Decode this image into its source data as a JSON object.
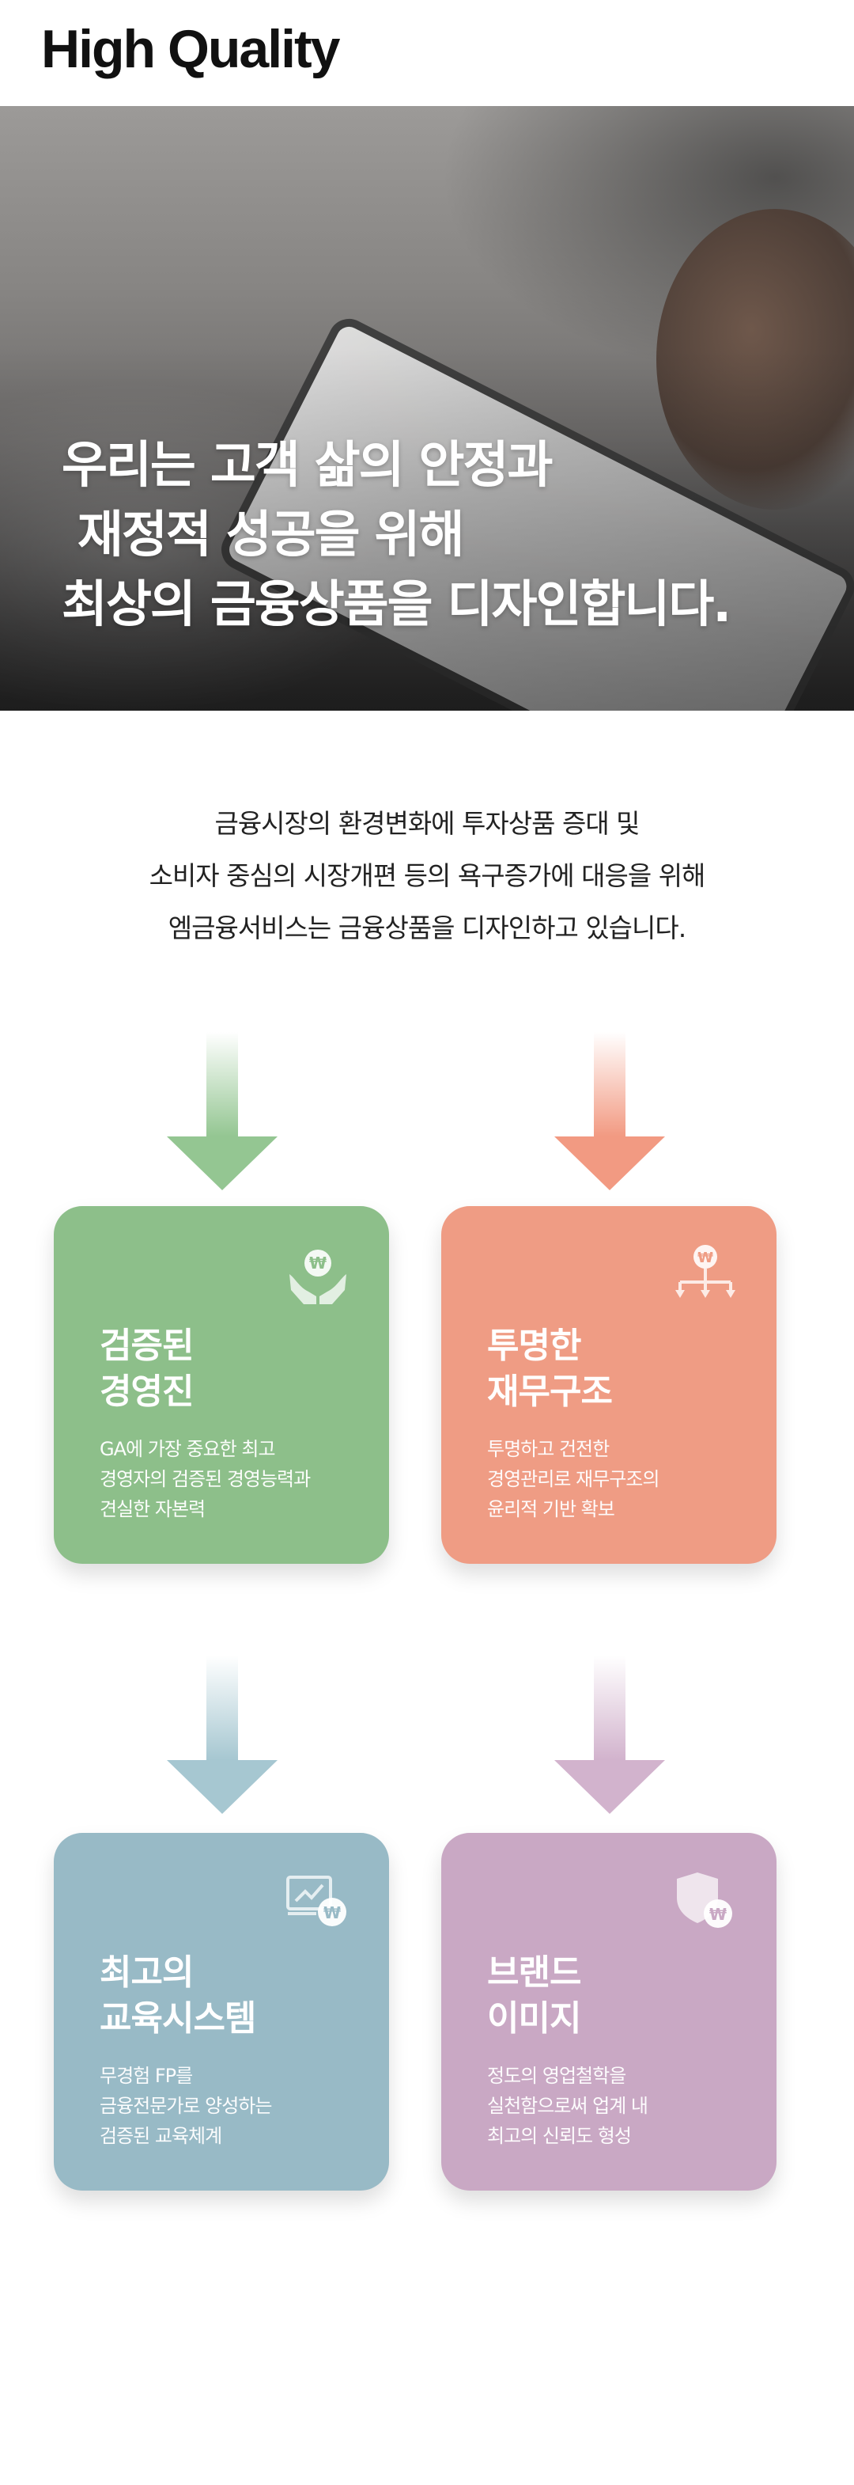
{
  "header": {
    "title": "High Quality"
  },
  "hero": {
    "lines": [
      "우리는 고객 삶의 안정과",
      " 재정적 성공을 위해",
      "최상의 금융상품을 디자인합니다."
    ]
  },
  "intro": {
    "lines": [
      "금융시장의 환경변화에 투자상품 증대 및",
      "소비자 중심의 시장개편 등의 욕구증가에 대응을 위해",
      "엠금융서비스는 금융상품을 디자인하고 있습니다."
    ]
  },
  "cards": [
    {
      "title": [
        "검증된",
        "경영진"
      ],
      "desc": [
        "GA에 가장 중요한 최고",
        "경영자의 검증된 경영능력과",
        "견실한 자본력"
      ],
      "color": "#8dbf8a",
      "arrow_color": "#94c692",
      "icon": "hands-won-icon"
    },
    {
      "title": [
        "투명한",
        "재무구조"
      ],
      "desc": [
        "투명하고 건전한",
        "경영관리로 재무구조의",
        "윤리적 기반 확보"
      ],
      "color": "#ef9c84",
      "arrow_color": "#f29a82",
      "icon": "structure-won-icon"
    },
    {
      "title": [
        "최고의",
        "교육시스템"
      ],
      "desc": [
        "무경험 FP를",
        "금융전문가로 양성하는",
        "검증된 교육체계"
      ],
      "color": "#98bac6",
      "arrow_color": "#a6c7d1",
      "icon": "board-won-icon"
    },
    {
      "title": [
        "브랜드",
        "이미지"
      ],
      "desc": [
        "정도의 영업철학을",
        "실천함으로써 업계 내",
        "최고의 신뢰도 형성"
      ],
      "color": "#c9a8c4",
      "arrow_color": "#d2b3cd",
      "icon": "shield-won-icon"
    }
  ]
}
